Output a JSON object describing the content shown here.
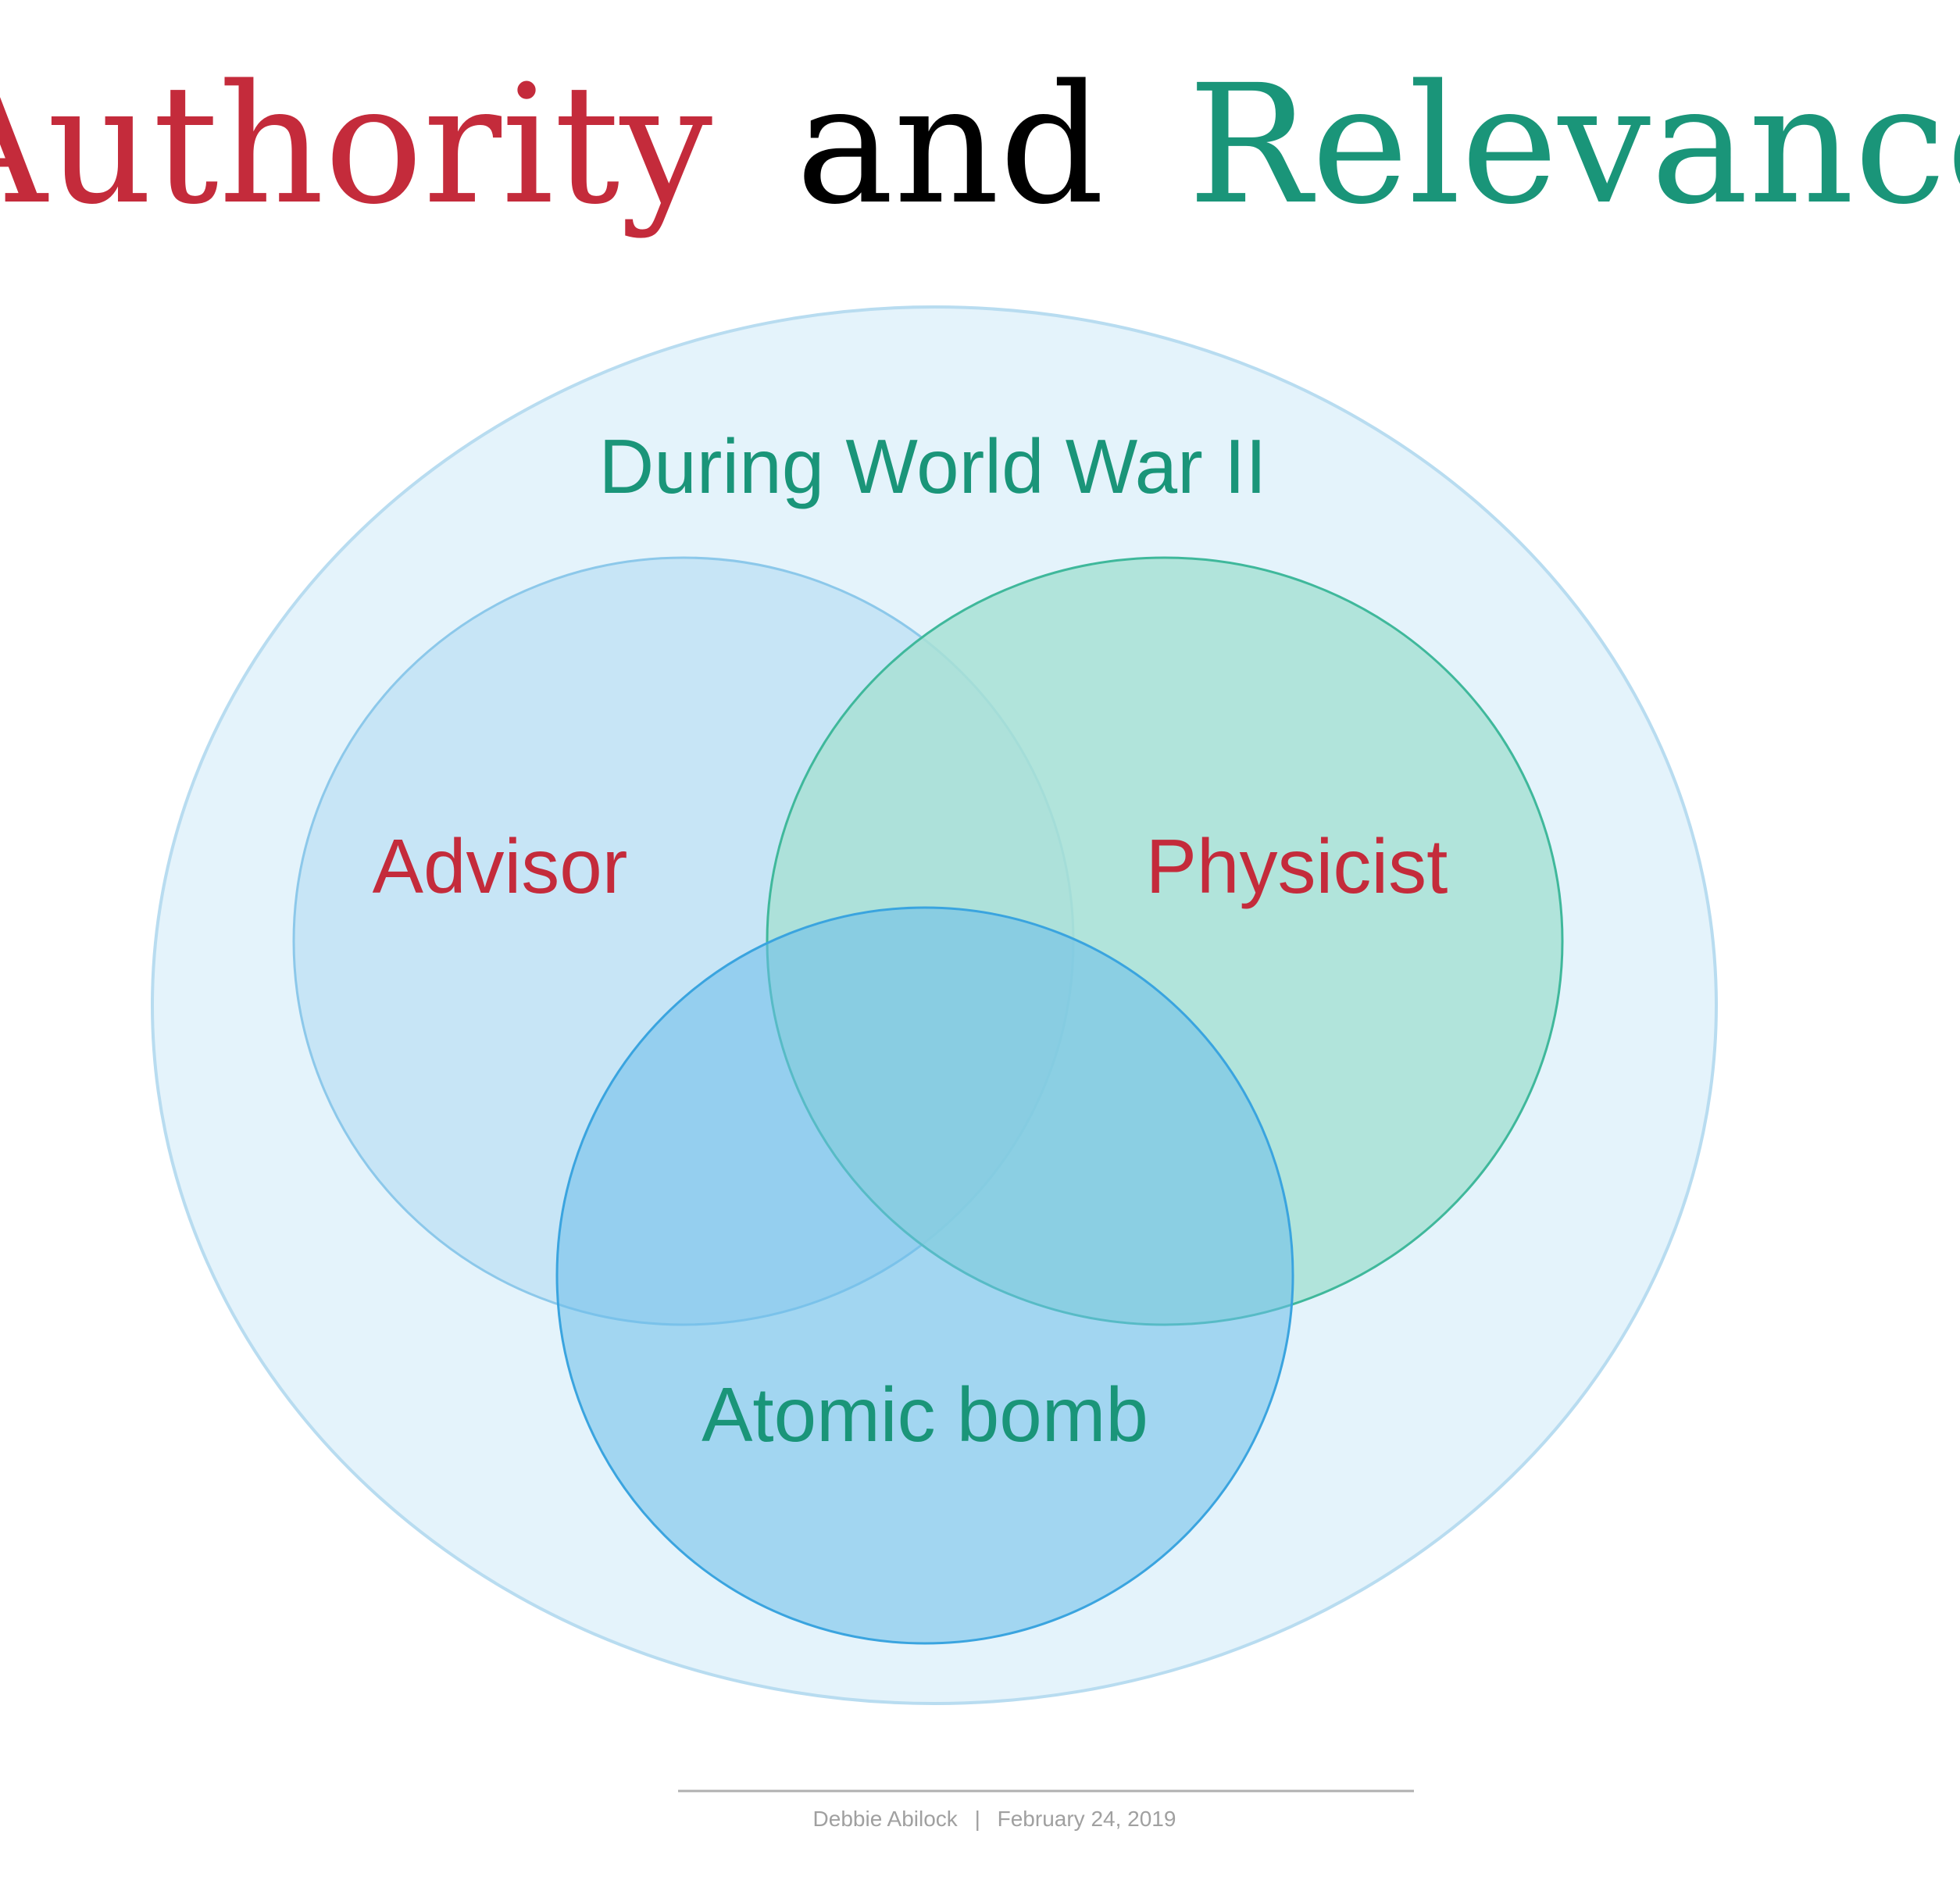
{
  "title": {
    "part1": "Authority",
    "part2": "and",
    "part3": "Relevance"
  },
  "context_label": "During World War II",
  "circles": {
    "left": "Advisor",
    "right": "Physicist",
    "bottom": "Atomic bomb"
  },
  "footer": {
    "author": "Debbie Abilock",
    "separator": "|",
    "date": "February 24, 2019"
  },
  "colors": {
    "red": "#c42b3b",
    "black": "#000000",
    "teal": "#1a9579",
    "outer_fill": "#e4f3fb",
    "outer_stroke": "#b8dcf0",
    "left_fill": "#c7e5f6",
    "left_stroke": "#8cc8ea",
    "right_fill": "#a8e0d5",
    "right_stroke": "#3fb89b",
    "bottom_fill": "#6cbdea",
    "bottom_stroke": "#3aa4df",
    "footer_gray": "#a0a0a0",
    "rule_gray": "#b0b0b0"
  }
}
